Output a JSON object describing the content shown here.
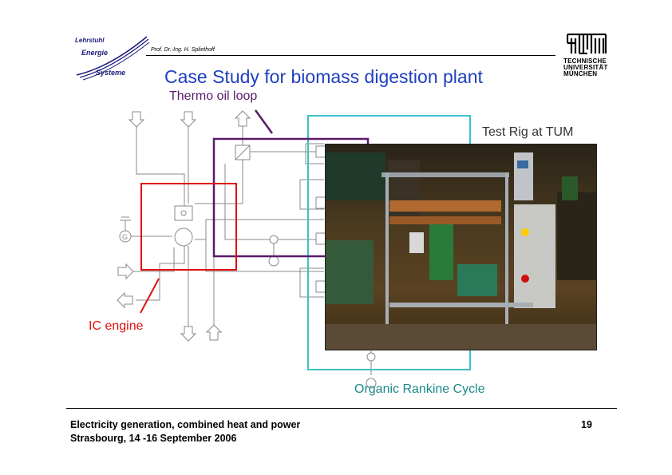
{
  "header": {
    "logo_line1": "Lehrstuhl",
    "logo_line2": "Energie",
    "logo_line3": "Systeme",
    "professor": "Prof. Dr.-Ing. H. Spliethoff",
    "tum_line1": "TECHNISCHE",
    "tum_line2": "UNIVERSITÄT",
    "tum_line3": "MÜNCHEN"
  },
  "title": "Case Study for biomass digestion plant",
  "labels": {
    "thermo_oil_loop": "Thermo oil loop",
    "test_rig": "Test Rig at TUM",
    "ic_engine": "IC engine",
    "orc": "Organic Rankine Cycle"
  },
  "footer": {
    "line1": "Electricity generation, combined heat and power",
    "line2": "Strasbourg, 14 -16 September 2006",
    "page_number": "19"
  },
  "colors": {
    "title": "#1f3fbf",
    "thermo_loop": "#5a1a6a",
    "ic_engine": "#e01010",
    "orc": "#3cc0c8"
  }
}
